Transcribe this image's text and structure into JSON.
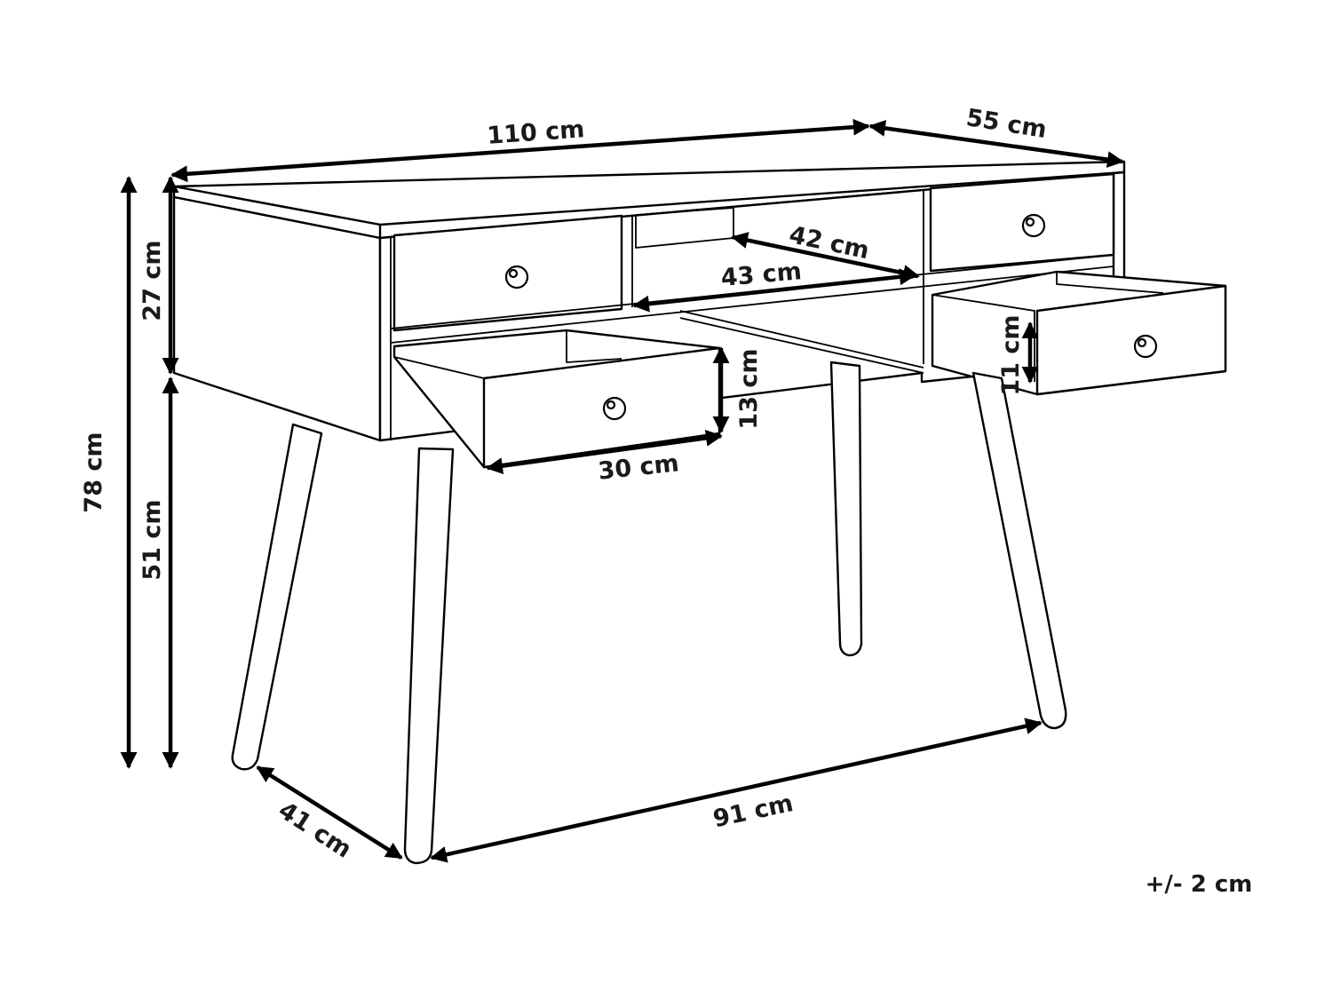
{
  "dimensions": {
    "width": "110 cm",
    "depth": "55 cm",
    "total_height": "78 cm",
    "cabinet_height": "27 cm",
    "leg_height": "51 cm",
    "inner_depth": "42 cm",
    "middle_opening_width": "43 cm",
    "drawer_height_left": "13 cm",
    "drawer_width": "30 cm",
    "drawer_height_right": "11 cm",
    "leg_depth_span": "41 cm",
    "leg_width_span": "91 cm"
  },
  "tolerance": "+/- 2 cm"
}
